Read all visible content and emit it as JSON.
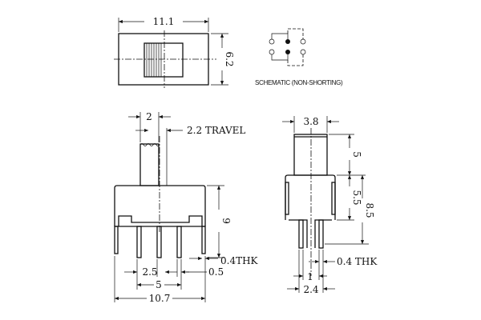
{
  "top_view": {
    "width_dim": "11.1",
    "height_dim": "6.2"
  },
  "schematic": {
    "caption": "SCHEMATIC (NON-SHORTING)"
  },
  "side_view": {
    "actuator_dim": "2",
    "travel_label": "2.2 TRAVEL",
    "height_dim": "9",
    "pin_thickness": "0.4THK",
    "pin_pitch": "2.5",
    "pin_width": "0.5",
    "outer_pin_span": "5",
    "total_width": "10.7"
  },
  "end_view": {
    "actuator_dim": "3.8",
    "actuator_height": "5",
    "body_height": "5.5",
    "total_height": "8.5",
    "pin_thickness": "0.4 THK",
    "pin_gap": "1",
    "pin_span": "2.4"
  }
}
